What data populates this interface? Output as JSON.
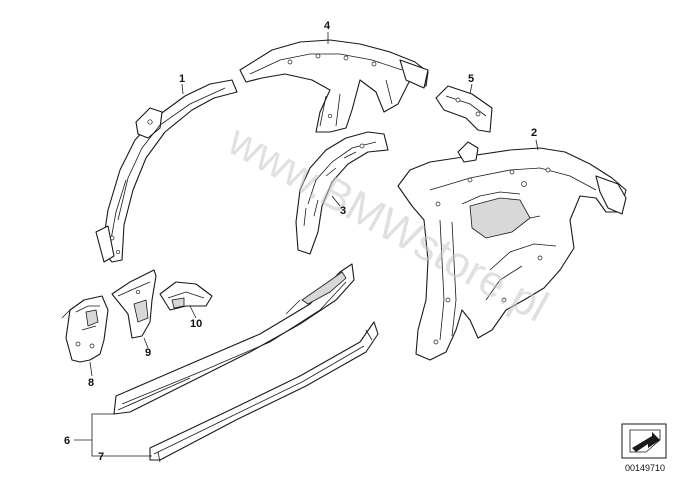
{
  "parts": [
    {
      "number": "1"
    },
    {
      "number": "2"
    },
    {
      "number": "3"
    },
    {
      "number": "4"
    },
    {
      "number": "5"
    },
    {
      "number": "6"
    },
    {
      "number": "7"
    },
    {
      "number": "8"
    },
    {
      "number": "9"
    },
    {
      "number": "10"
    }
  ],
  "watermark": "www.BMWstore.pl",
  "document_number": "00149710",
  "icon": "arrow-sheet-icon"
}
